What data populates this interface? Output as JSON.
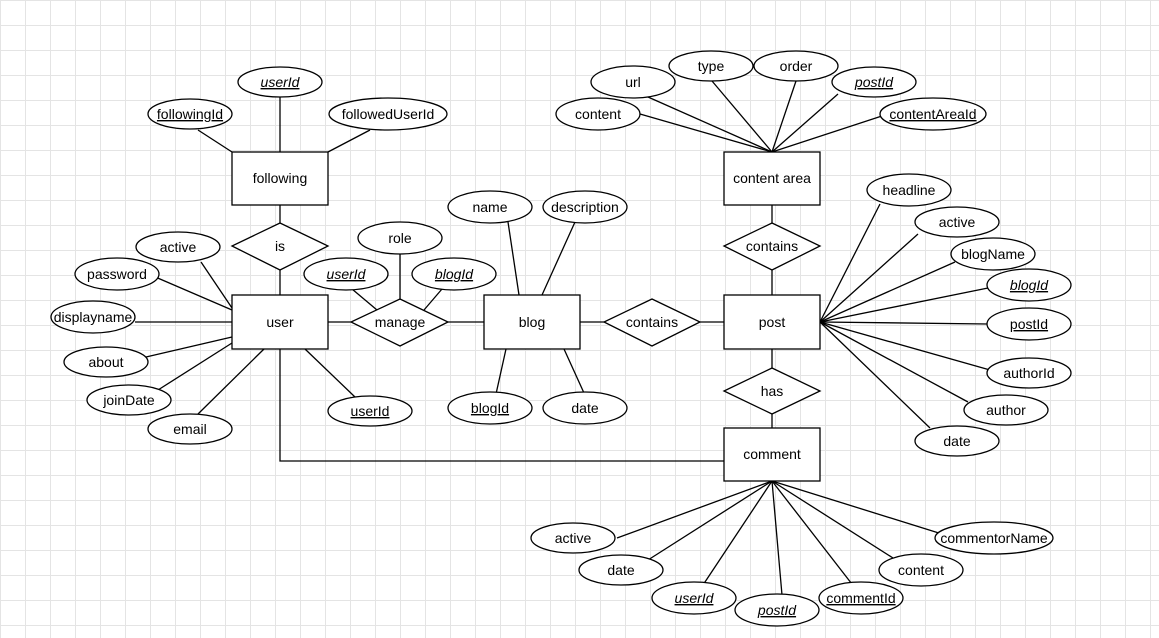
{
  "diagram": {
    "entities": {
      "following": "following",
      "user": "user",
      "blog": "blog",
      "post": "post",
      "content_area": "content area",
      "comment": "comment"
    },
    "relationships": {
      "is": "is",
      "manage": "manage",
      "contains_blog_post": "contains",
      "contains_area_post": "contains",
      "has": "has"
    },
    "attributes": {
      "following": [
        {
          "label": "userId",
          "key": true,
          "foreign": true
        },
        {
          "label": "followingId",
          "key": true,
          "foreign": false
        },
        {
          "label": "followedUserId",
          "key": false,
          "foreign": false
        }
      ],
      "user": [
        {
          "label": "active",
          "key": false,
          "foreign": false
        },
        {
          "label": "password",
          "key": false,
          "foreign": false
        },
        {
          "label": "displayname",
          "key": false,
          "foreign": false
        },
        {
          "label": "about",
          "key": false,
          "foreign": false
        },
        {
          "label": "joinDate",
          "key": false,
          "foreign": false
        },
        {
          "label": "email",
          "key": false,
          "foreign": false
        },
        {
          "label": "userId",
          "key": true,
          "foreign": false
        }
      ],
      "manage": [
        {
          "label": "role",
          "key": false,
          "foreign": false
        },
        {
          "label": "userId",
          "key": true,
          "foreign": true
        },
        {
          "label": "blogId",
          "key": true,
          "foreign": true
        }
      ],
      "blog": [
        {
          "label": "name",
          "key": false,
          "foreign": false
        },
        {
          "label": "description",
          "key": false,
          "foreign": false
        },
        {
          "label": "blogId",
          "key": true,
          "foreign": false
        },
        {
          "label": "date",
          "key": false,
          "foreign": false
        }
      ],
      "content_area": [
        {
          "label": "url",
          "key": false,
          "foreign": false
        },
        {
          "label": "type",
          "key": false,
          "foreign": false
        },
        {
          "label": "order",
          "key": false,
          "foreign": false
        },
        {
          "label": "postId",
          "key": true,
          "foreign": true
        },
        {
          "label": "content",
          "key": false,
          "foreign": false
        },
        {
          "label": "contentAreaId",
          "key": true,
          "foreign": false
        }
      ],
      "post": [
        {
          "label": "headline",
          "key": false,
          "foreign": false
        },
        {
          "label": "active",
          "key": false,
          "foreign": false
        },
        {
          "label": "blogName",
          "key": false,
          "foreign": false
        },
        {
          "label": "blogId",
          "key": true,
          "foreign": true
        },
        {
          "label": "postId",
          "key": true,
          "foreign": false
        },
        {
          "label": "authorId",
          "key": false,
          "foreign": false
        },
        {
          "label": "author",
          "key": false,
          "foreign": false
        },
        {
          "label": "date",
          "key": false,
          "foreign": false
        }
      ],
      "comment": [
        {
          "label": "active",
          "key": false,
          "foreign": false
        },
        {
          "label": "date",
          "key": false,
          "foreign": false
        },
        {
          "label": "userId",
          "key": true,
          "foreign": true
        },
        {
          "label": "postId",
          "key": true,
          "foreign": true
        },
        {
          "label": "commentId",
          "key": true,
          "foreign": false
        },
        {
          "label": "content",
          "key": false,
          "foreign": false
        },
        {
          "label": "commentorName",
          "key": false,
          "foreign": false
        }
      ]
    }
  }
}
